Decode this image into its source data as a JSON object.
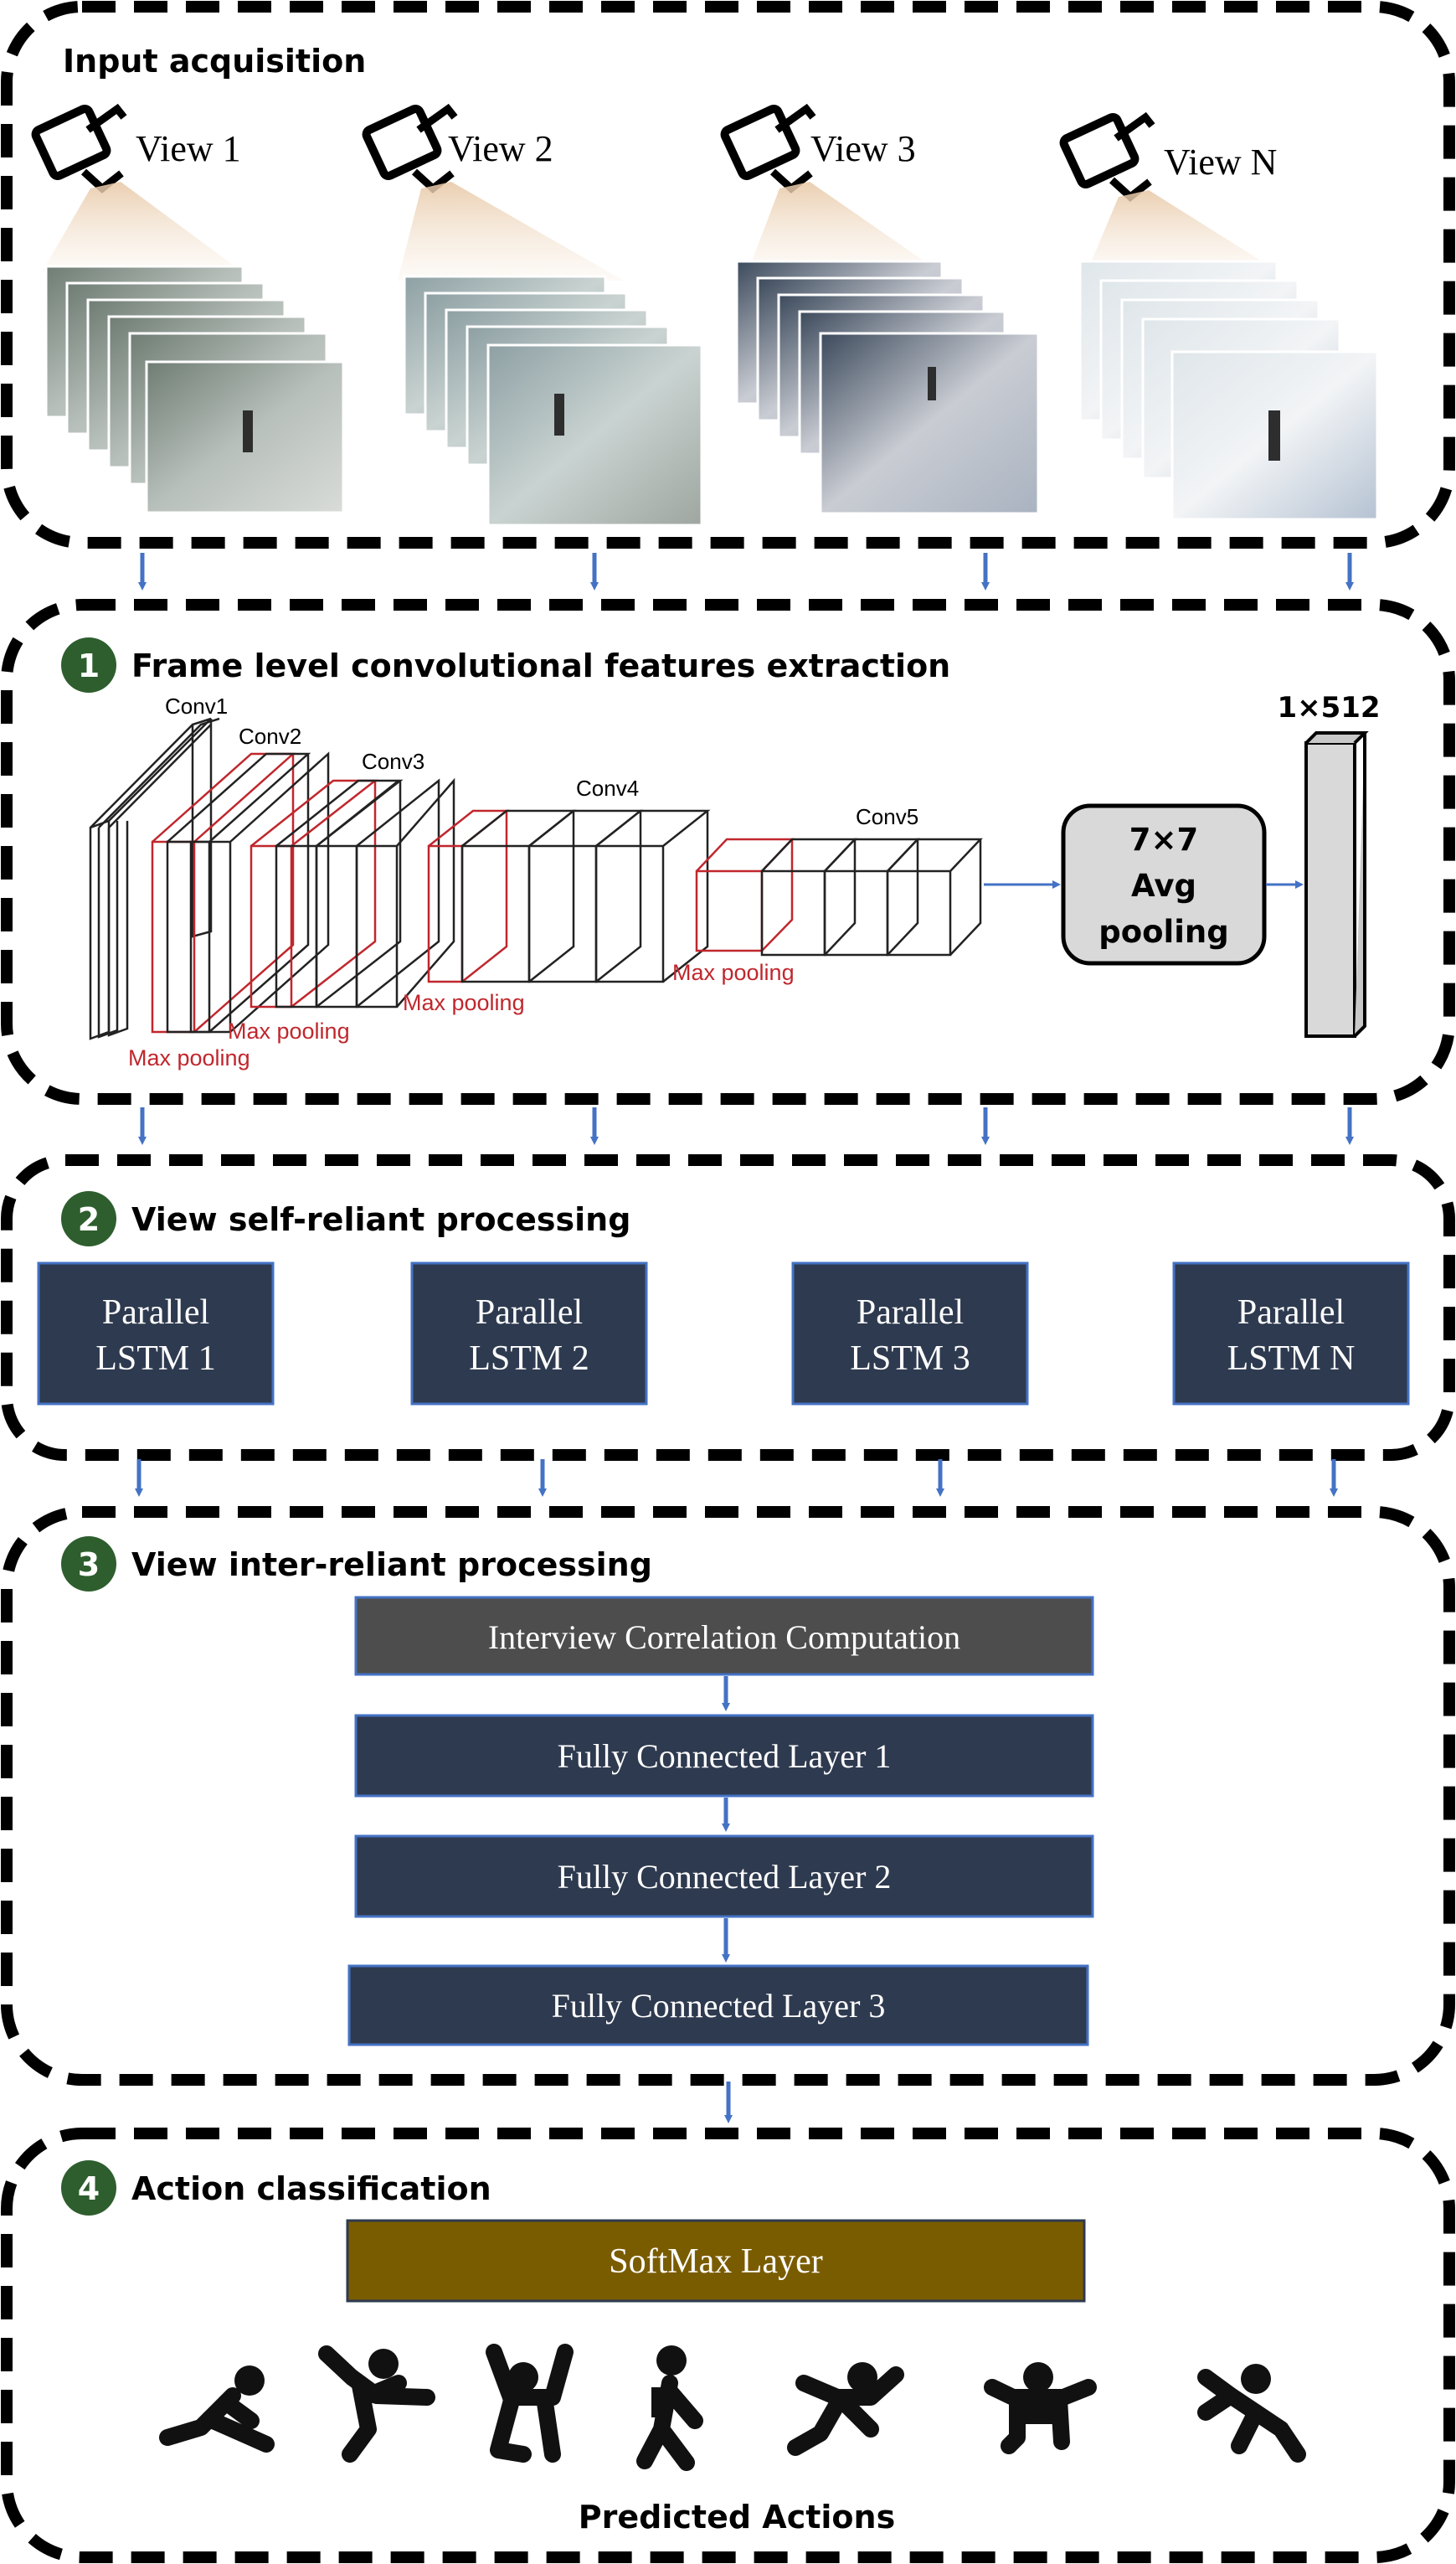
{
  "sections": {
    "input": {
      "title": "Input acquisition",
      "views": [
        "View 1",
        "View 2",
        "View 3",
        "View N"
      ]
    },
    "s1": {
      "number": "1",
      "title": "Frame level convolutional features extraction",
      "conv_labels": [
        "Conv1",
        "Conv2",
        "Conv3",
        "Conv4",
        "Conv5"
      ],
      "pooling_label": "Max pooling",
      "avg_pool": [
        "7×7",
        "Avg",
        "pooling"
      ],
      "feature_dim": "1×512"
    },
    "s2": {
      "number": "2",
      "title": "View self-reliant processing",
      "lstms": [
        {
          "l1": "Parallel",
          "l2": "LSTM 1"
        },
        {
          "l1": "Parallel",
          "l2": "LSTM 2"
        },
        {
          "l1": "Parallel",
          "l2": "LSTM 3"
        },
        {
          "l1": "Parallel",
          "l2": "LSTM N"
        }
      ]
    },
    "s3": {
      "number": "3",
      "title": "View inter-reliant processing",
      "layers": [
        "Interview Correlation Computation",
        "Fully Connected Layer 1",
        "Fully Connected Layer 2",
        "Fully Connected Layer 3"
      ]
    },
    "s4": {
      "number": "4",
      "title": "Action classification",
      "softmax": "SoftMax Layer",
      "footer": "Predicted Actions"
    }
  },
  "colors": {
    "arrow": "#4472c4",
    "dark_box": "#2e3a4f",
    "gray_box": "#4d4d4d",
    "softmax": "#7a5c00",
    "badge": "#2e5e2e",
    "pool_red": "#c0272d"
  }
}
